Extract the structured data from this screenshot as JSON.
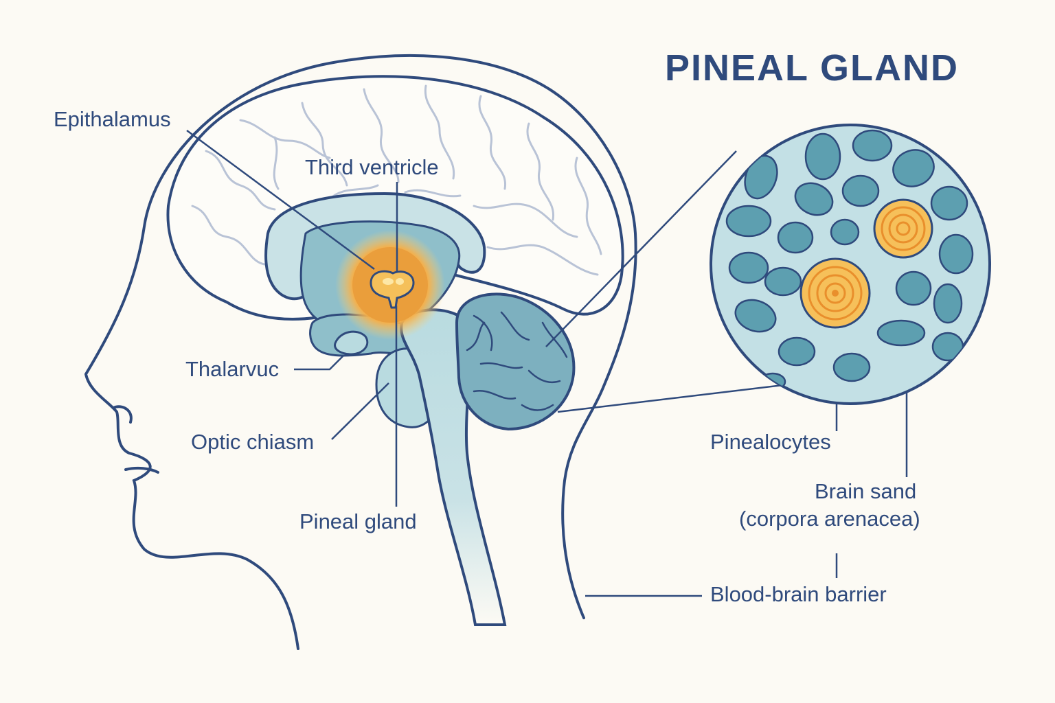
{
  "title": "PINEAL GLAND",
  "labels": {
    "epithalamus": "Epithalamus",
    "third_ventricle": "Third ventricle",
    "thalarvuc": "Thalarvuc",
    "optic_chiasm": "Optic chiasm",
    "pineal_gland": "Pineal gland",
    "pinealocytes": "Pinealocytes",
    "brain_sand_line1": "Brain sand",
    "brain_sand_line2": "(corpora arenacea)",
    "blood_brain_barrier": "Blood-brain barrier"
  },
  "colors": {
    "outline": "#2f4a7c",
    "gyri": "#b9c3d6",
    "ventricle_light": "#c9e2e6",
    "ventricle_mid": "#8fbfca",
    "cerebellum": "#7db0bf",
    "brainstem": "#b9dbe0",
    "gland_glow": "#f6a93c",
    "gland_core": "#f3cd6a",
    "cell": "#5d9fb0",
    "cell_disc_bg": "#c3e0e5",
    "background": "#fcfaf4"
  }
}
